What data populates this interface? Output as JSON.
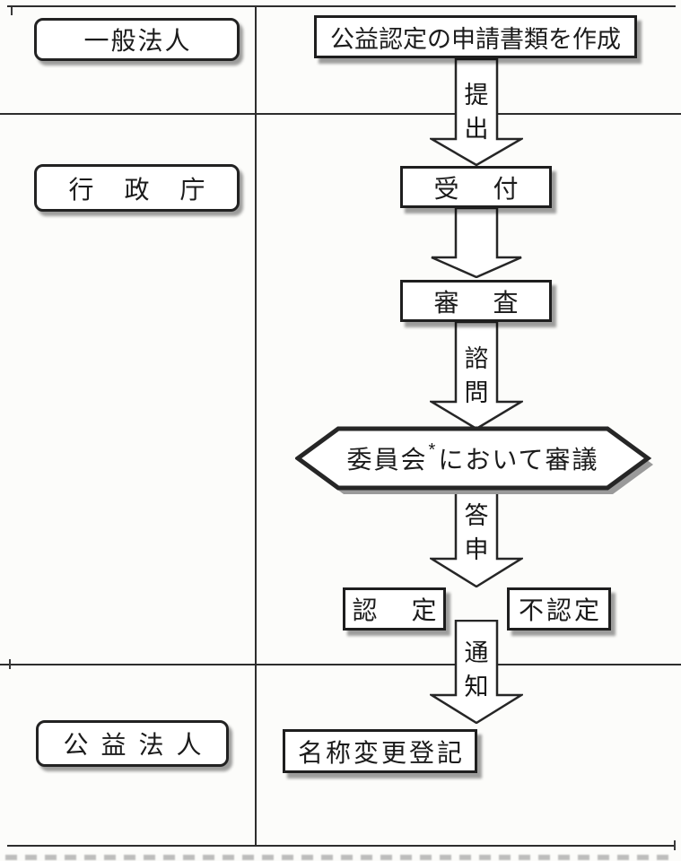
{
  "lanes": [
    {
      "id": "general-corporation",
      "label": "一般法人"
    },
    {
      "id": "administrative-agency",
      "label": "行政庁"
    },
    {
      "id": "public-interest-corporation",
      "label": "公益法人"
    }
  ],
  "flow": {
    "create_documents": "公益認定の申請書類を作成",
    "submit": "提\n出",
    "reception": "受付",
    "examination": "審査",
    "consultation": "諮\n問",
    "committee": {
      "main": "委員会",
      "sup": "*",
      "rest": "において審議"
    },
    "report": "答\n申",
    "certified": "認定",
    "not_certified": "不認定",
    "notification": "通\n知",
    "name_change_registration": "名称変更登記"
  },
  "colors": {
    "ink": "#1e1e1e",
    "paper": "#fcfcfa",
    "box_fill": "#ffffff",
    "shadow": "#9a9a9a"
  }
}
